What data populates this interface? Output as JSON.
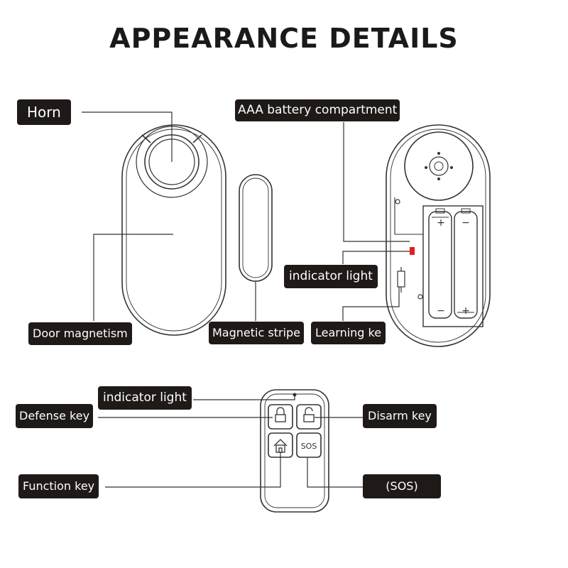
{
  "title": "APPEARANCE DETAILS",
  "labels": {
    "horn": "Horn",
    "battery": "AAA battery compartment",
    "indicator_top": "indicator light",
    "door_magnetism": "Door magnetism",
    "magnetic_stripe": "Magnetic stripe",
    "learning_key": "Learning ke",
    "indicator_remote": "indicator light",
    "defense_key": "Defense key",
    "disarm_key": "Disarm key",
    "function_key": "Function key",
    "sos": "(SOS)"
  },
  "battery_marks": {
    "plus": "+",
    "minus": "−"
  },
  "remote_sos_text": "SOS",
  "colors": {
    "label_bg": "#1f1a18",
    "label_text": "#ffffff",
    "indicator_red": "#e02020",
    "line": "#333333"
  }
}
